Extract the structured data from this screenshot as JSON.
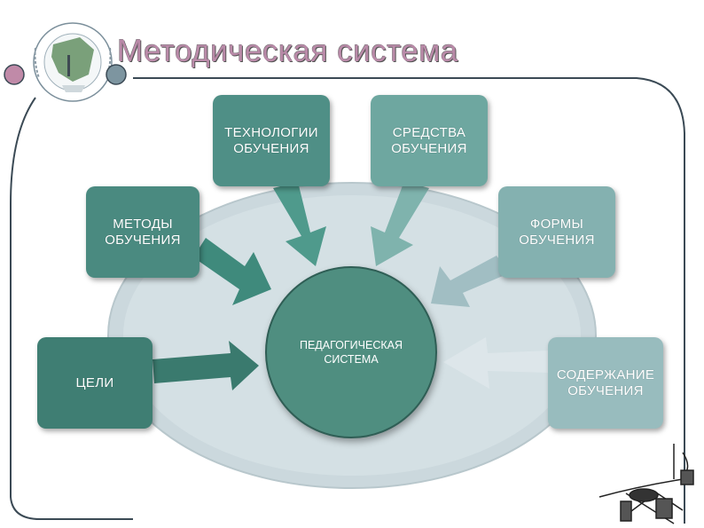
{
  "header": {
    "title": "Методическая система"
  },
  "diagram": {
    "center": {
      "label": "ПЕДАГОГИЧЕСКАЯ\nСИСТЕМА",
      "color": "#4f8e80"
    },
    "nodes": [
      {
        "id": "tech",
        "label": "ТЕХНОЛОГИИ\nОБУЧЕНИЯ",
        "color": "#4f8f86"
      },
      {
        "id": "means",
        "label": "СРЕДСТВА\nОБУЧЕНИЯ",
        "color": "#6ea7a0"
      },
      {
        "id": "methods",
        "label": "МЕТОДЫ\nОБУЧЕНИЯ",
        "color": "#4a8a80"
      },
      {
        "id": "forms",
        "label": "ФОРМЫ\nОБУЧЕНИЯ",
        "color": "#84b1b0"
      },
      {
        "id": "goals",
        "label": "ЦЕЛИ",
        "color": "#3f7e73"
      },
      {
        "id": "content",
        "label": "СОДЕРЖАНИЕ\nОБУЧЕНИЯ",
        "color": "#98bcbe"
      }
    ]
  }
}
